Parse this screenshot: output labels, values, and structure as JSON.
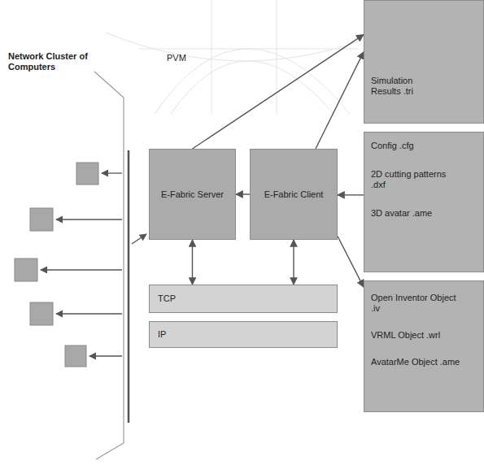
{
  "diagram": {
    "nodes": [
      {
        "text": [
          "Simulation Results .tri"
        ]
      },
      {
        "text": [
          "E-Fabric Server"
        ]
      },
      {
        "text": [
          "E-Fabric Client"
        ]
      },
      {
        "text": [
          "Config .cfg",
          "2D cutting patterns .dxf",
          "3D avatar .ame"
        ]
      },
      {
        "text": [
          "TCP"
        ]
      },
      {
        "text": [
          "Open Inventor Object .iv",
          "VRML Object .wrl",
          "AvatarMe Object .ame"
        ]
      },
      {
        "text": [
          "IP"
        ]
      }
    ],
    "edges": [
      {
        "from": 1,
        "to": 0,
        "arrow": "to"
      },
      {
        "from": 2,
        "to": 0,
        "arrow": "to"
      },
      {
        "from": 2,
        "to": 1,
        "arrow": "to"
      },
      {
        "from": 3,
        "to": 2,
        "arrow": "to"
      },
      {
        "from": 2,
        "to": 5,
        "arrow": "to"
      },
      {
        "from": 1,
        "to": 4,
        "arrow": "both"
      },
      {
        "from": 2,
        "to": 4,
        "arrow": "both"
      }
    ],
    "labels": [
      "Network Cluster of Computers",
      "PVM"
    ]
  }
}
